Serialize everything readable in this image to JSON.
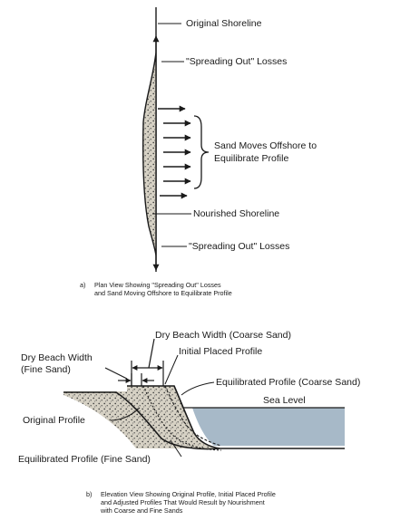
{
  "plan_view": {
    "labels": {
      "original_shoreline": "Original Shoreline",
      "spreading_out_top": "\"Spreading Out\" Losses",
      "sand_moves_line1": "Sand Moves Offshore to",
      "sand_moves_line2": "Equilibrate Profile",
      "nourished_shoreline": "Nourished Shoreline",
      "spreading_out_bottom": "\"Spreading Out\" Losses"
    },
    "caption": {
      "marker": "a)",
      "line1": "Plan View Showing \"Spreading Out\" Losses",
      "line2": "and Sand Moving Offshore to Equilibrate Profile"
    }
  },
  "elevation_view": {
    "labels": {
      "dry_beach_coarse": "Dry Beach Width (Coarse Sand)",
      "dry_beach_fine_line1": "Dry Beach Width",
      "dry_beach_fine_line2": "(Fine Sand)",
      "initial_placed": "Initial Placed Profile",
      "equilibrated_coarse": "Equilibrated Profile (Coarse Sand)",
      "sea_level": "Sea Level",
      "original_profile": "Original Profile",
      "equilibrated_fine": "Equilibrated Profile (Fine Sand)"
    },
    "caption": {
      "marker": "b)",
      "line1": "Elevation View Showing Original Profile, Initial Placed Profile",
      "line2": "and Adjusted Profiles That Would Result by Nourishment",
      "line3": "with Coarse and Fine Sands"
    }
  },
  "colors": {
    "ink": "#1a1a1a",
    "sand_fill": "#c9c4b6",
    "water": "#9fb3c4"
  }
}
